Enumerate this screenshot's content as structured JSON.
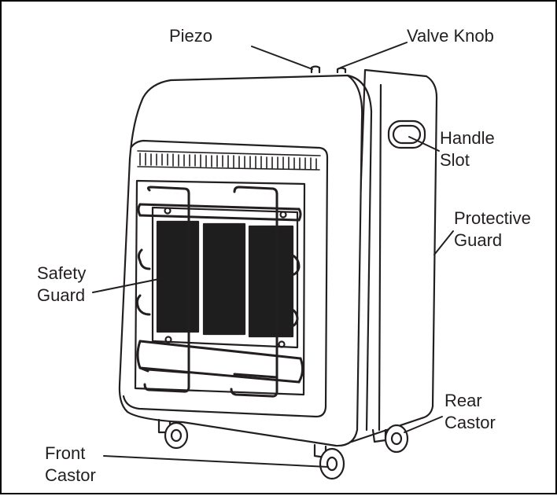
{
  "labels": {
    "piezo": "Piezo",
    "valve_knob": "Valve Knob",
    "handle_slot": [
      "Handle",
      "Slot"
    ],
    "protective_guard": [
      "Protective",
      "Guard"
    ],
    "safety_guard": [
      "Safety",
      "Guard"
    ],
    "rear_castor": [
      "Rear",
      "Castor"
    ],
    "front_castor": [
      "Front",
      "Castor"
    ]
  },
  "colors": {
    "line": "#231f20",
    "panel": "#1e1e1e",
    "background": "#ffffff"
  }
}
